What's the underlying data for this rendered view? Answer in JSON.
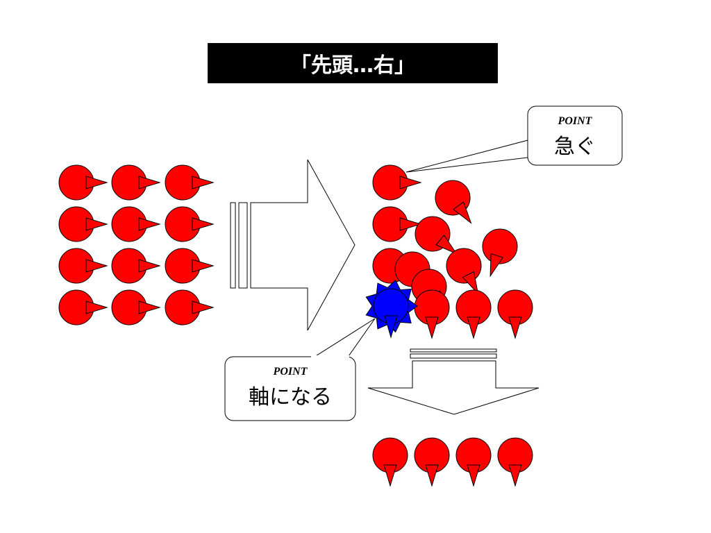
{
  "title": "「先頭…右」",
  "colors": {
    "pin_red": "#FF0000",
    "pin_blue": "#0000FF",
    "title_bg": "#000000",
    "title_fg": "#FFFFFF"
  },
  "callouts": [
    {
      "id": "hurry",
      "label": "POINT",
      "text": "急ぐ"
    },
    {
      "id": "axis",
      "label": "POINT",
      "text": "軸になる"
    }
  ],
  "icons": [
    "red-pin-icon",
    "blue-pin-icon",
    "right-arrow-icon",
    "down-arrow-icon"
  ]
}
